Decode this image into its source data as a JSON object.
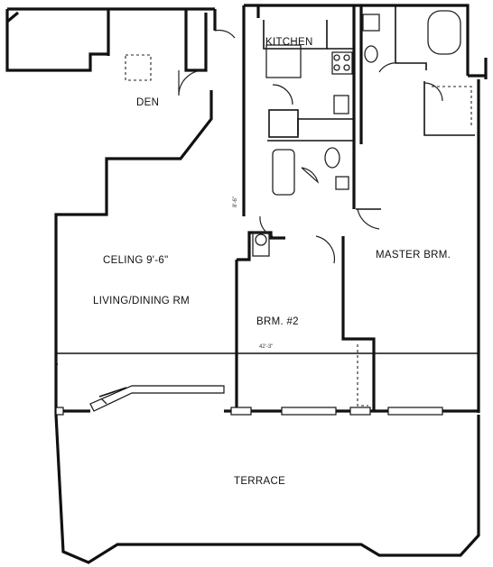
{
  "floor_plan": {
    "rooms": {
      "den": "DEN",
      "kitchen": "KITCHEN",
      "ceiling_note": "CELING 9'-6\"",
      "living_dining": "LIVING/DINING RM",
      "bedroom2": "BRM. #2",
      "master": "MASTER BRM.",
      "terrace": "TERRACE"
    },
    "dimensions": {
      "overall_width": "42'-3\"",
      "kitchen_wall": "8'-6\""
    },
    "fixtures": {
      "cooktop": "cooktop",
      "washer_dryer": "W/D"
    }
  }
}
